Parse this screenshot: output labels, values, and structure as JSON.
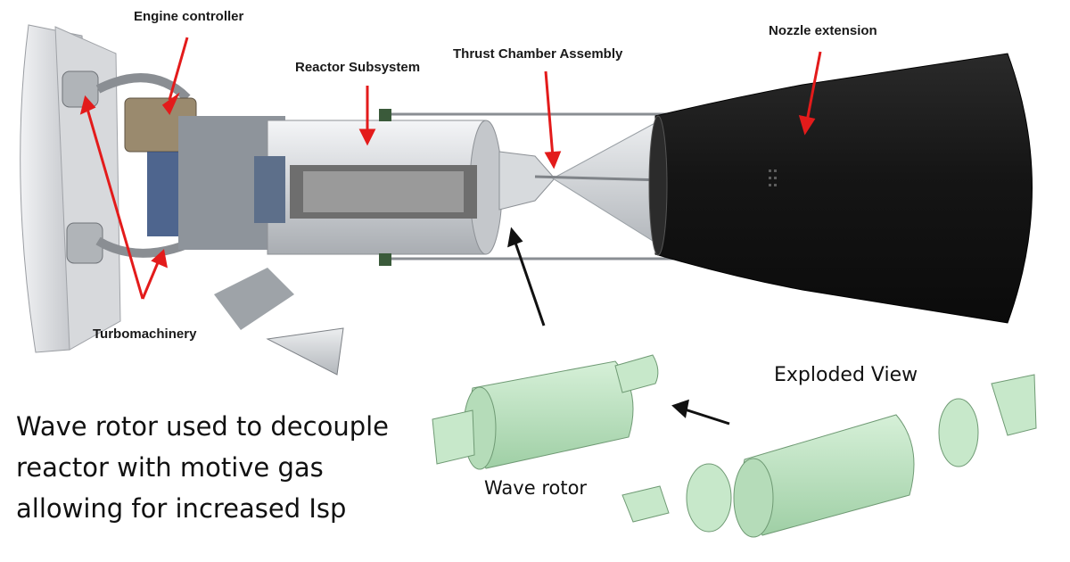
{
  "callouts": {
    "engine_controller": "Engine controller",
    "reactor_subsystem": "Reactor Subsystem",
    "thrust_chamber_assembly": "Thrust Chamber Assembly",
    "nozzle_extension": "Nozzle extension",
    "turbomachinery": "Turbomachinery"
  },
  "caption": {
    "line1": "Wave rotor used to decouple",
    "line2": "reactor with motive gas",
    "line3": "allowing for increased Isp"
  },
  "inset": {
    "exploded_view_label": "Exploded View",
    "wave_rotor_label": "Wave rotor"
  },
  "colors": {
    "arrow_red": "#e31b1b",
    "arrow_black": "#111111",
    "rotor_green": "#bfe3c3",
    "nozzle_black": "#1c1c1c",
    "metal_grey": "#c9ccd0"
  }
}
